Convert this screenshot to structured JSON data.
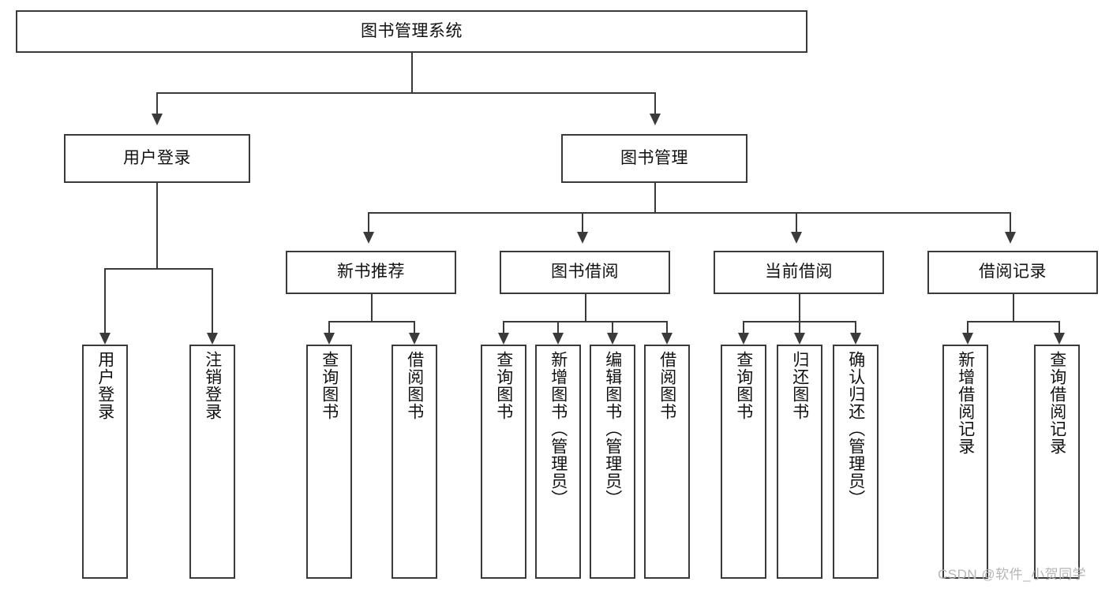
{
  "diagram": {
    "title": "图书管理系统",
    "type": "tree-hierarchy",
    "root": {
      "label": "图书管理系统"
    },
    "level2": [
      {
        "label": "用户登录"
      },
      {
        "label": "图书管理"
      }
    ],
    "level3": [
      {
        "label": "新书推荐"
      },
      {
        "label": "图书借阅"
      },
      {
        "label": "当前借阅"
      },
      {
        "label": "借阅记录"
      }
    ],
    "leaves": {
      "user_login": [
        {
          "label": "用户登录"
        },
        {
          "label": "注销登录"
        }
      ],
      "new_book_recommend": [
        {
          "label": "查询图书"
        },
        {
          "label": "借阅图书"
        }
      ],
      "book_borrow": [
        {
          "label": "查询图书"
        },
        {
          "label": "新增图书（管理员）"
        },
        {
          "label": "编辑图书（管理员）"
        },
        {
          "label": "借阅图书"
        }
      ],
      "current_borrow": [
        {
          "label": "查询图书"
        },
        {
          "label": "归还图书"
        },
        {
          "label": "确认归还（管理员）"
        }
      ],
      "borrow_record": [
        {
          "label": "新增借阅记录"
        },
        {
          "label": "查询借阅记录"
        }
      ]
    }
  },
  "watermark": {
    "text": "CSDN @软件_小贺同学"
  },
  "colors": {
    "stroke": "#3a3a3a",
    "background": "#ffffff",
    "text": "#111111",
    "watermark": "#b6b6b6"
  }
}
